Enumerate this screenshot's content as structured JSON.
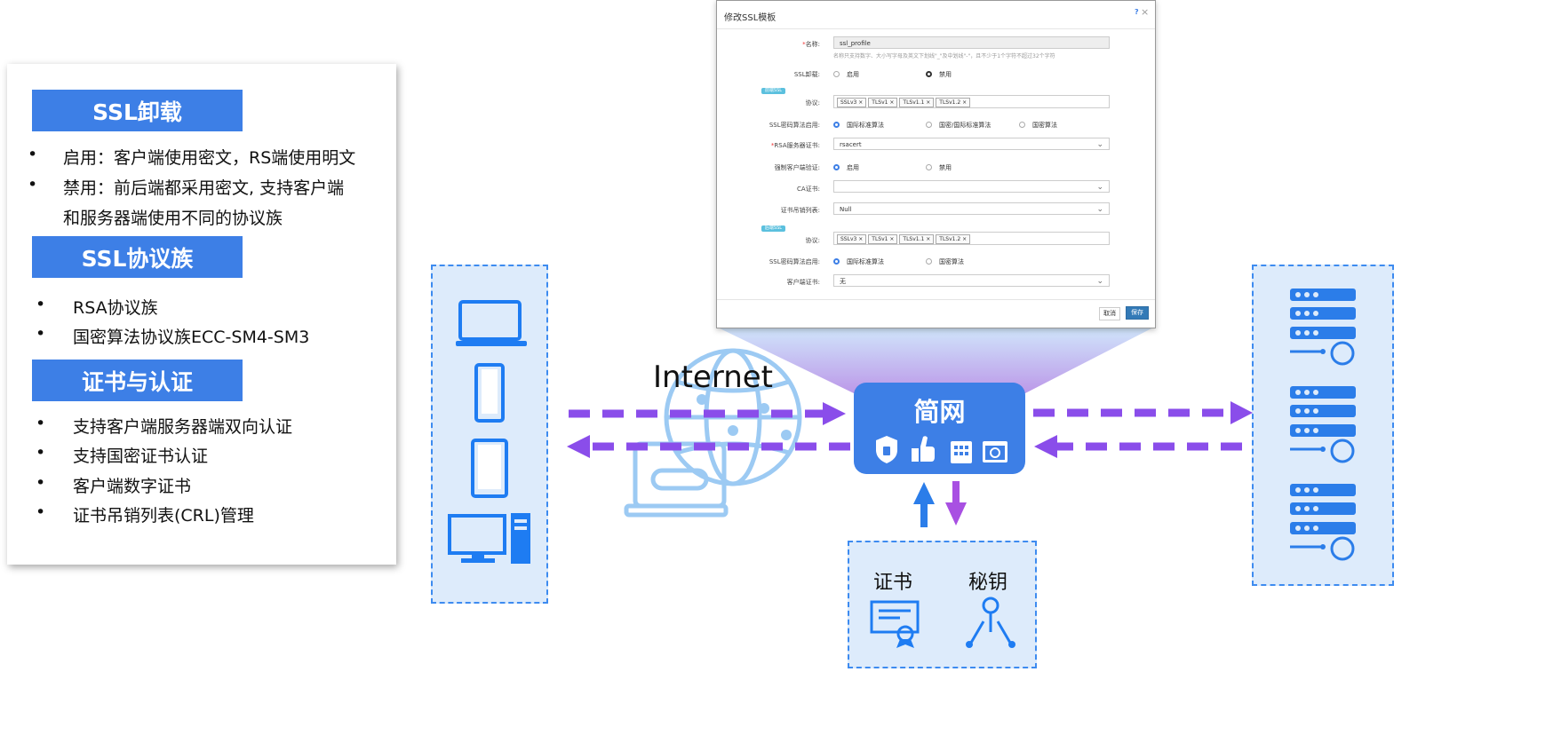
{
  "left_panel": {
    "sections": [
      {
        "heading": "SSL卸载",
        "bullets": [
          "启用：客户端使用密文，RS端使用明文",
          "禁用：前后端都采用密文, 支持客户端",
          "和服务器端使用不同的协议族"
        ]
      },
      {
        "heading": "SSL协议族",
        "bullets": [
          "RSA协议族",
          "国密算法协议族ECC-SM4-SM3"
        ]
      },
      {
        "heading": "证书与认证",
        "bullets": [
          "支持客户端服务器端双向认证",
          "支持国密证书认证",
          "客户端数字证书",
          "证书吊销列表(CRL)管理"
        ]
      }
    ],
    "bullet_char": "•"
  },
  "dialog": {
    "title": "修改SSL模板",
    "help_icon": "?",
    "close_icon": "×",
    "name_label": "名称:",
    "name_value": "ssl_profile",
    "name_hint": "名称只支持数字、大小写字母及英文下划线\"_\"及中划线\"-\"，且不少于1个字符不超过32个字符",
    "offload_label": "SSL卸载:",
    "offload_on": "启用",
    "offload_off": "禁用",
    "front_badge": "前端SSL",
    "protocol_label": "协议:",
    "protocols": [
      "SSLv3",
      "TLSv1",
      "TLSv1.1",
      "TLSv1.2"
    ],
    "cipher_label": "SSL密码算法启用:",
    "cipher_options": [
      "国际标准算法",
      "国密/国际标准算法",
      "国密算法"
    ],
    "rsa_cert_label": "RSA服务器证书:",
    "rsa_cert_value": "rsacert",
    "force_client_label": "强制客户端验证:",
    "force_on": "启用",
    "force_off": "禁用",
    "ca_label": "CA证书:",
    "ca_value": "",
    "crl_label": "证书吊销列表:",
    "crl_value": "Null",
    "back_badge": "后端SSL",
    "back_protocol_label": "协议:",
    "back_protocols": [
      "SSLv3",
      "TLSv1",
      "TLSv1.1",
      "TLSv1.2"
    ],
    "back_cipher_label": "SSL密码算法启用:",
    "back_cipher_options": [
      "国际标准算法",
      "国密算法"
    ],
    "client_cert_label": "客户端证书:",
    "client_cert_value": "无",
    "cancel": "取消",
    "save": "保存",
    "tag_close": "×"
  },
  "diagram": {
    "internet_label": "Internet",
    "gateway_label": "简网",
    "cert_label": "证书",
    "key_label": "秘钥"
  },
  "colors": {
    "accent_blue": "#3d7fe6",
    "box_fill": "#ddebfb",
    "arrow_purple": "#8a4dea",
    "arrow_blue": "#2b7de9"
  }
}
